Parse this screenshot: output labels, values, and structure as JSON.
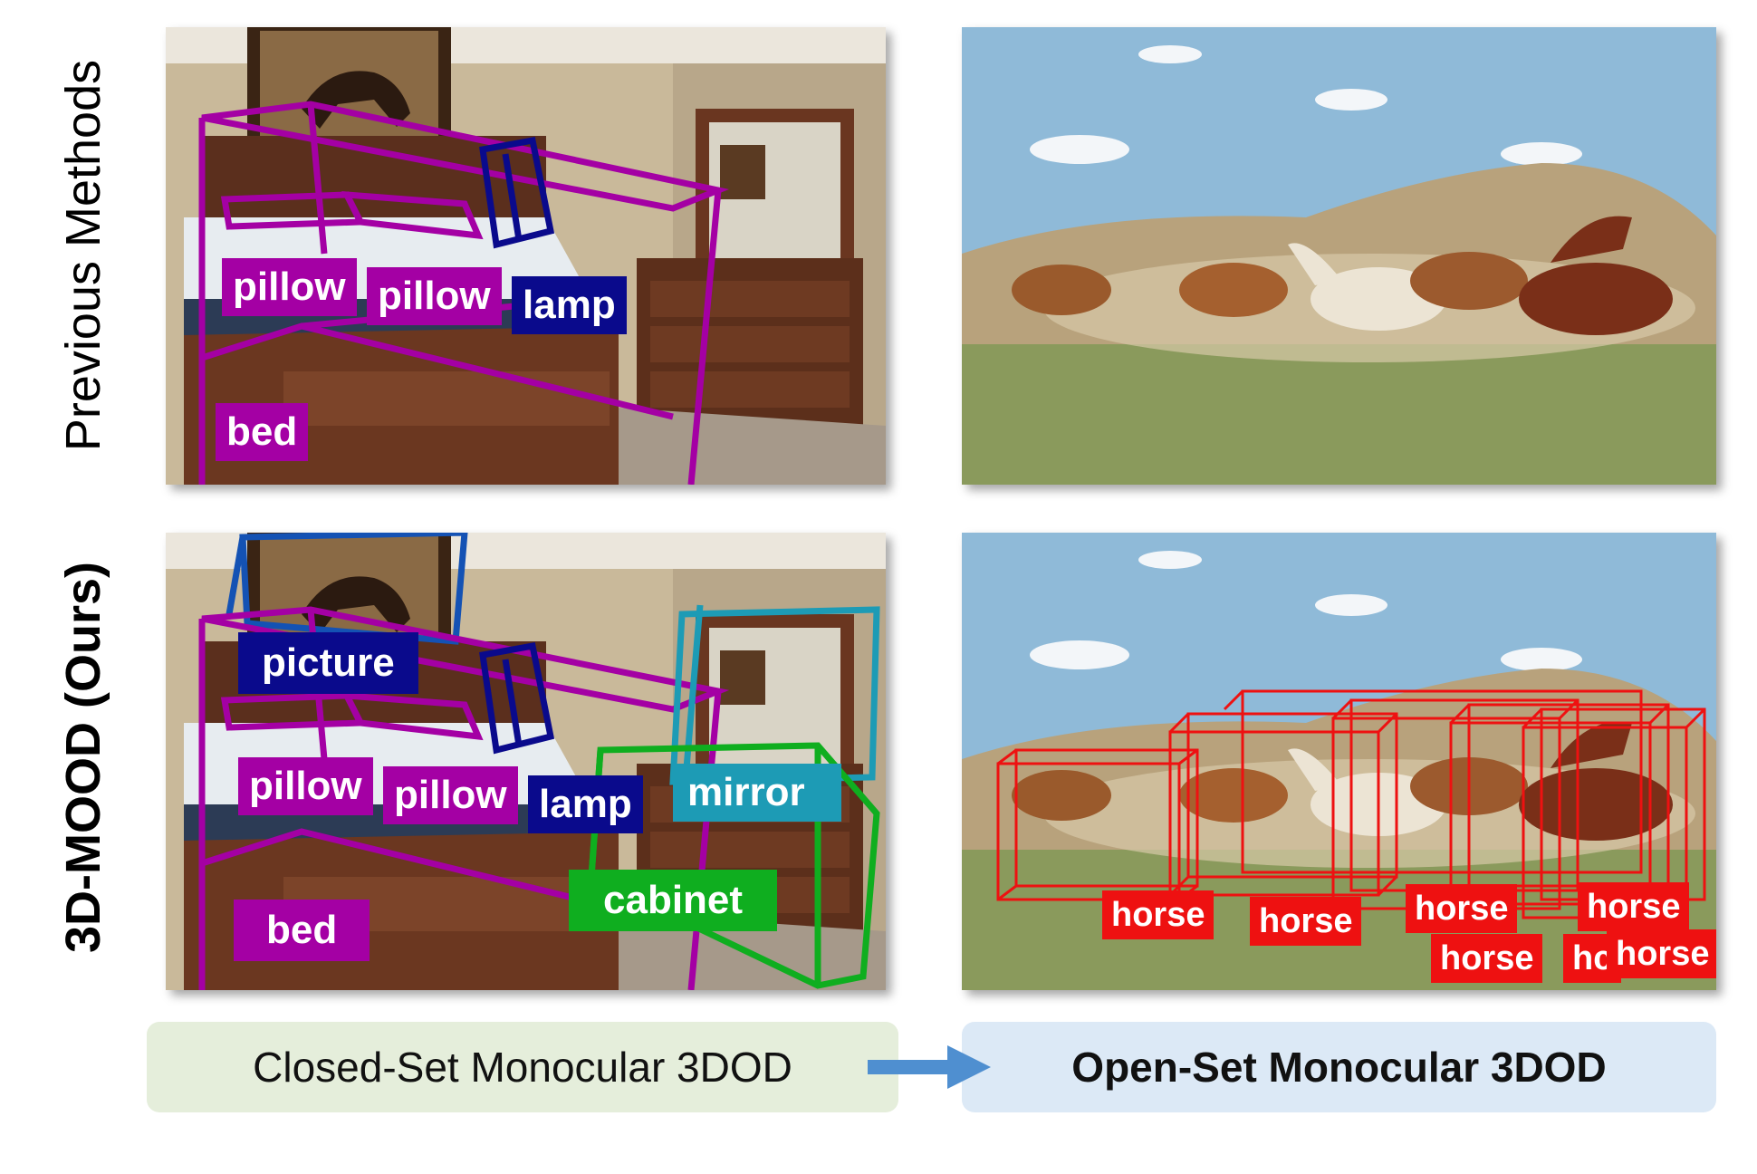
{
  "rows": {
    "top_label": "Previous Methods",
    "bottom_label": "3D-MOOD (Ours)"
  },
  "colors": {
    "magenta": "#a400a4",
    "navy": "#0a0a8c",
    "teal": "#1d9bb5",
    "green": "#0fae1f",
    "red": "#ee1111",
    "closed_bg": "#e5eedb",
    "open_bg": "#dce9f6",
    "arrow": "#4f8fd0"
  },
  "top_left_labels": {
    "pillow_1": "pillow",
    "pillow_2": "pillow",
    "lamp": "lamp",
    "bed": "bed"
  },
  "bottom_left_labels": {
    "picture": "picture",
    "pillow_1": "pillow",
    "pillow_2": "pillow",
    "lamp": "lamp",
    "mirror": "mirror",
    "cabinet": "cabinet",
    "bed": "bed"
  },
  "bottom_right_labels": {
    "horse_1": "horse",
    "horse_2": "horse",
    "horse_3": "horse",
    "horse_4": "horse",
    "horse_5": "horse",
    "horse_6": "hc",
    "horse_7": "horse"
  },
  "banners": {
    "closed": "Closed-Set Monocular 3DOD",
    "open": "Open-Set Monocular 3DOD"
  }
}
